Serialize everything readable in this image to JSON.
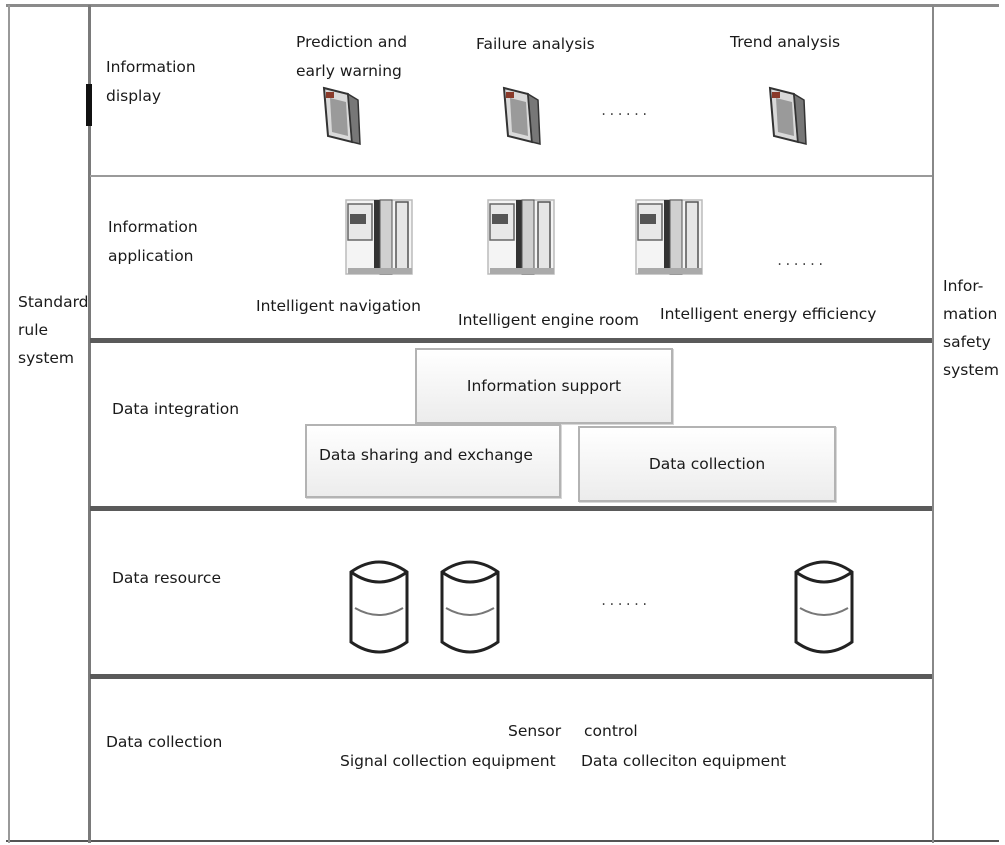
{
  "left_column": {
    "label_lines": [
      "Standard",
      "rule",
      "system"
    ]
  },
  "right_column": {
    "label_lines": [
      "Infor-",
      "mation",
      "safety",
      "system"
    ]
  },
  "layers": {
    "display": {
      "label_lines": [
        "Information",
        "display"
      ],
      "items": [
        {
          "lines": [
            "Prediction and",
            "early warning"
          ],
          "icon": "monitor-display-icon"
        },
        {
          "lines": [
            "Failure analysis"
          ],
          "icon": "monitor-display-icon"
        },
        {
          "lines": [
            "Trend analysis"
          ],
          "icon": "monitor-display-icon"
        }
      ],
      "ellipsis": "......"
    },
    "application": {
      "label_lines": [
        "Information",
        "application"
      ],
      "items": [
        {
          "label": "Intelligent navigation",
          "icon": "cabinet-server-icon"
        },
        {
          "label": "Intelligent engine room",
          "icon": "cabinet-server-icon"
        },
        {
          "label": "Intelligent energy efficiency",
          "icon": "cabinet-server-icon"
        }
      ],
      "ellipsis": "......"
    },
    "integration": {
      "label": "Data integration",
      "boxes": {
        "top": "Information support",
        "bottom_left": "Data sharing and exchange",
        "bottom_right": "Data collection"
      }
    },
    "resource": {
      "label": "Data resource",
      "icon": "database-cylinder-icon",
      "ellipsis": "......"
    },
    "collection": {
      "label": "Data collection",
      "line1": [
        "Sensor",
        "control"
      ],
      "line2": [
        "Signal collection equipment",
        "Data colleciton equipment"
      ]
    }
  }
}
